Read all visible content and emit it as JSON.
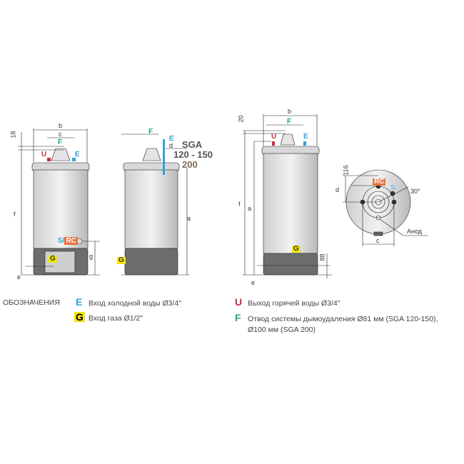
{
  "colors": {
    "E": "#2ea3dc",
    "U": "#d4283a",
    "F": "#1aa583",
    "G_bg": "#f3e600",
    "RC_bg": "#e7743c"
  },
  "dims": {
    "a": "a",
    "b": "b",
    "c": "c",
    "d": "d",
    "e": "e",
    "f": "f",
    "g": "g",
    "h18": "18",
    "h20": "20",
    "h88": "88",
    "h116": "116",
    "angle": "30°",
    "anode": "Анод"
  },
  "codes": {
    "E": "E",
    "U": "U",
    "F": "F",
    "G": "G",
    "S": "S",
    "RC": "RC",
    "S_RC": "S/"
  },
  "sga": {
    "line1": "SGA",
    "line2": "120 - 150",
    "line3": "200"
  },
  "legend": {
    "title": "ОБОЗНАЧЕНИЯ",
    "items": [
      {
        "code": "E",
        "text": "Вход холодной воды Ø3/4\""
      },
      {
        "code": "G",
        "text": "Вход газа Ø1/2\""
      },
      {
        "code": "U",
        "text": "Выход горячей воды Ø3/4\""
      },
      {
        "code": "F",
        "text": "Отвод системы дымоудаления Ø81 мм (SGA 120-150),",
        "text2": "Ø100 мм (SGA 200)"
      }
    ]
  }
}
